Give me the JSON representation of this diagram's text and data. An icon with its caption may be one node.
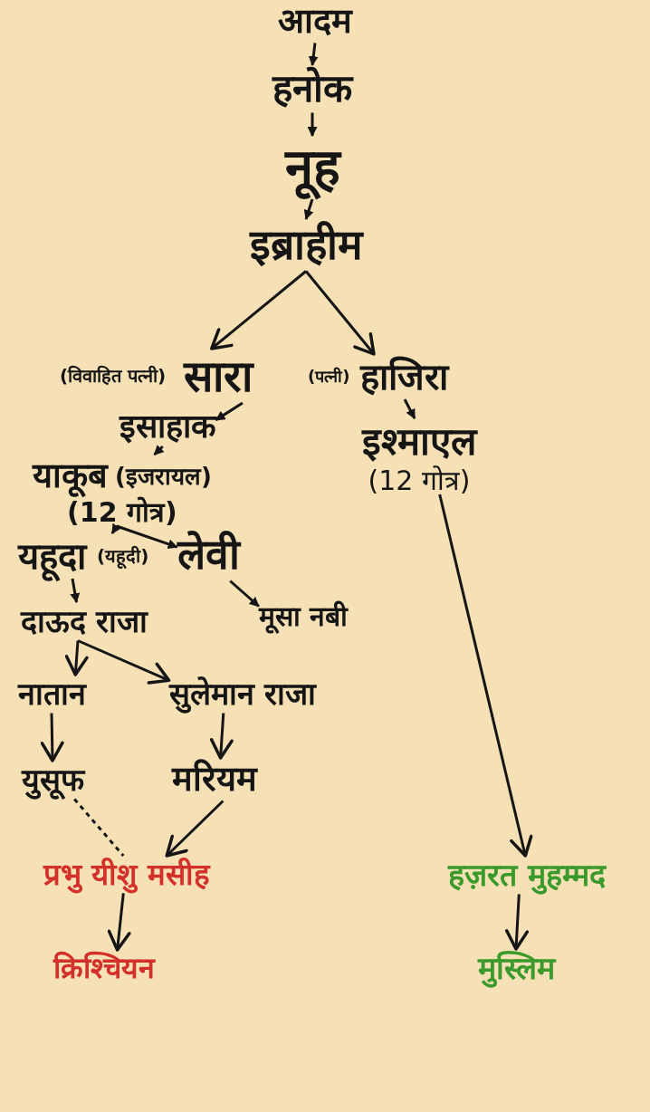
{
  "diagram": {
    "nodes": [
      {
        "text": [
          "आदम"
        ]
      },
      {
        "text": [
          "हनोक"
        ]
      },
      {
        "text": [
          "नूह"
        ]
      },
      {
        "text": [
          "इब्राहीम"
        ]
      },
      {
        "text": [
          "सारा"
        ],
        "beside": [
          "(विवाहित पत्नी)"
        ]
      },
      {
        "text": [
          "हाजिरा"
        ],
        "beside": [
          "(पत्नी)"
        ]
      },
      {
        "text": [
          "इसाहाक"
        ]
      },
      {
        "text": [
          "इश्माएल",
          "(12 गोत्र)"
        ]
      },
      {
        "text": [
          "याकूब",
          "(12 गोत्र)"
        ],
        "beside": [
          "(इजरायल)"
        ]
      },
      {
        "text": [
          "यहूदा"
        ],
        "beside": [
          "(यहूदी)"
        ]
      },
      {
        "text": [
          "लेवी"
        ]
      },
      {
        "text": [
          "मूसा नबी"
        ]
      },
      {
        "text": [
          "दाऊद राजा"
        ]
      },
      {
        "text": [
          "नातान"
        ]
      },
      {
        "text": [
          "सुलेमान राजा"
        ]
      },
      {
        "text": [
          "युसूफ"
        ]
      },
      {
        "text": [
          "मरियम"
        ]
      },
      {
        "text": [
          "प्रभु यीशु मसीह"
        ]
      },
      {
        "text": [
          "हज़रत मुहम्मद"
        ]
      },
      {
        "text": [
          "क्रिश्चियन"
        ]
      },
      {
        "text": [
          "मुस्लिम"
        ]
      }
    ],
    "edges": [
      {
        "from": 0,
        "to": 1,
        "arrow": "to"
      },
      {
        "from": 1,
        "to": 2,
        "arrow": "to"
      },
      {
        "from": 2,
        "to": 3,
        "arrow": "to"
      },
      {
        "from": 3,
        "to": 4,
        "arrow": "to"
      },
      {
        "from": 3,
        "to": 5,
        "arrow": "to"
      },
      {
        "from": 4,
        "to": 6,
        "arrow": "to"
      },
      {
        "from": 5,
        "to": 7,
        "arrow": "to"
      },
      {
        "from": 6,
        "to": 8,
        "arrow": "to"
      },
      {
        "from": 8,
        "to": 9,
        "arrow": "to"
      },
      {
        "from": 8,
        "to": 10,
        "arrow": "to"
      },
      {
        "from": 10,
        "to": 11,
        "arrow": "to"
      },
      {
        "from": 9,
        "to": 12,
        "arrow": "to"
      },
      {
        "from": 12,
        "to": 13,
        "arrow": "to"
      },
      {
        "from": 12,
        "to": 14,
        "arrow": "to"
      },
      {
        "from": 13,
        "to": 15,
        "arrow": "to"
      },
      {
        "from": 14,
        "to": 16,
        "arrow": "to"
      },
      {
        "from": 15,
        "to": 17,
        "arrow": "none",
        "style": "dashed"
      },
      {
        "from": 16,
        "to": 17,
        "arrow": "to"
      },
      {
        "from": 7,
        "to": 18,
        "arrow": "to"
      },
      {
        "from": 17,
        "to": 19,
        "arrow": "to"
      },
      {
        "from": 18,
        "to": 20,
        "arrow": "to"
      }
    ]
  }
}
